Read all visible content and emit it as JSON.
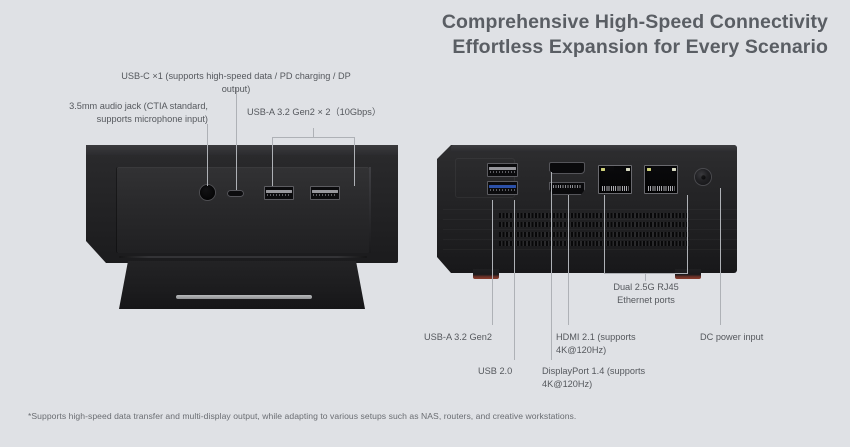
{
  "background_color": "#dfe1e5",
  "text_color": "#55585d",
  "title": {
    "line1": "Comprehensive High-Speed Connectivity",
    "line2": "Effortless Expansion for Every Scenario"
  },
  "front_panel": {
    "labels": [
      {
        "id": "usb-c",
        "text": "USB-C ×1 (supports high-speed data / PD charging / DP output)"
      },
      {
        "id": "audio-jack",
        "text": "3.5mm audio jack (CTIA standard,\nsupports microphone input)"
      },
      {
        "id": "usb-a-front",
        "text": "USB-A 3.2 Gen2 × 2（10Gbps）"
      }
    ],
    "ports": [
      {
        "id": "audio-jack",
        "type": "jack-3.5mm"
      },
      {
        "id": "usb-c",
        "type": "usb-c"
      },
      {
        "id": "usb-a-1",
        "type": "usb-a"
      },
      {
        "id": "usb-a-2",
        "type": "usb-a"
      }
    ]
  },
  "rear_panel": {
    "labels": [
      {
        "id": "usb-a-rear",
        "text": "USB-A 3.2 Gen2"
      },
      {
        "id": "usb-20",
        "text": "USB 2.0"
      },
      {
        "id": "hdmi",
        "text": "HDMI 2.1 (supports\n4K@120Hz)"
      },
      {
        "id": "displayport",
        "text": "DisplayPort 1.4 (supports\n4K@120Hz)"
      },
      {
        "id": "ethernet",
        "text": "Dual 2.5G RJ45\nEthernet ports"
      },
      {
        "id": "dc-power",
        "text": "DC power input"
      }
    ],
    "ports": [
      {
        "id": "usb-a-rear",
        "type": "usb-a",
        "color": "#97979c"
      },
      {
        "id": "usb-20",
        "type": "usb-a",
        "color": "#2b50a8"
      },
      {
        "id": "displayport",
        "type": "displayport"
      },
      {
        "id": "hdmi",
        "type": "hdmi"
      },
      {
        "id": "rj45-1",
        "type": "rj45"
      },
      {
        "id": "rj45-2",
        "type": "rj45"
      },
      {
        "id": "dc-power",
        "type": "dc-barrel"
      }
    ]
  },
  "footnote": "*Supports high-speed data transfer and multi-display output, while adapting to various setups such as NAS, routers, and creative workstations."
}
